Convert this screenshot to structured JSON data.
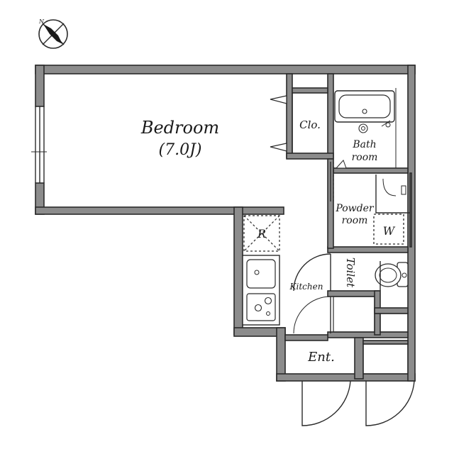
{
  "rooms": {
    "bedroom": "Bedroom",
    "bedroom_size": "(7.0J)",
    "closet": "Clo.",
    "bath_line1": "Bath",
    "bath_line2": "room",
    "powder_line1": "Powder",
    "powder_line2": "room",
    "washer": "W",
    "toilet": "Toilet",
    "kitchen": "Kitchen",
    "refrigerator": "R",
    "entrance": "Ent."
  },
  "compass": {
    "north_label": "N"
  },
  "colors": {
    "wall_fill": "#8c8c8c",
    "line": "#2a2a2a"
  }
}
